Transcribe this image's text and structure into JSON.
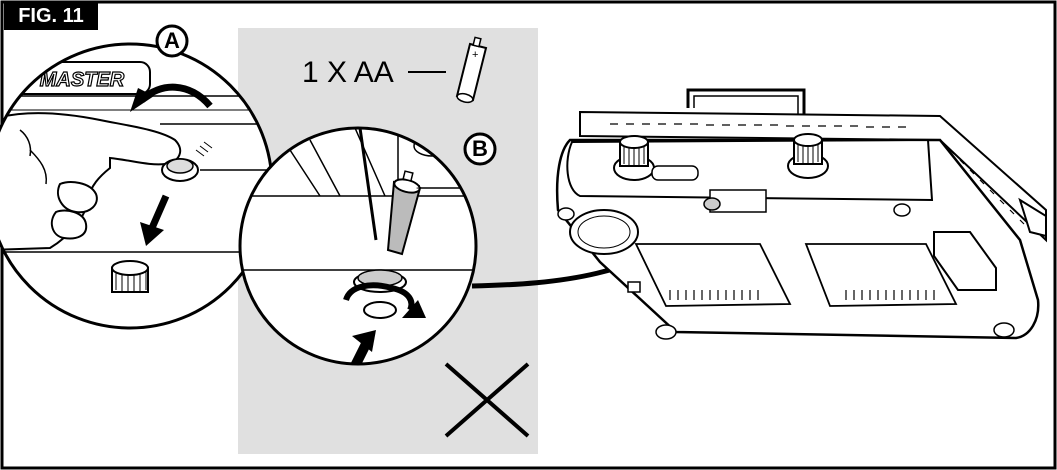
{
  "figure": {
    "label": "FIG. 11",
    "callouts": {
      "a": "A",
      "b": "B"
    },
    "battery_quantity": "1 X AA",
    "battery_polarity": "+",
    "logo_text": "MASTER",
    "colors": {
      "frame": "#000000",
      "panel_gray": "#e0e0e0",
      "background": "#ffffff"
    },
    "icons": [
      "hand-icon",
      "arrow-icon",
      "battery-icon",
      "knob-icon",
      "cross-mark-icon",
      "griddle-icon"
    ]
  }
}
